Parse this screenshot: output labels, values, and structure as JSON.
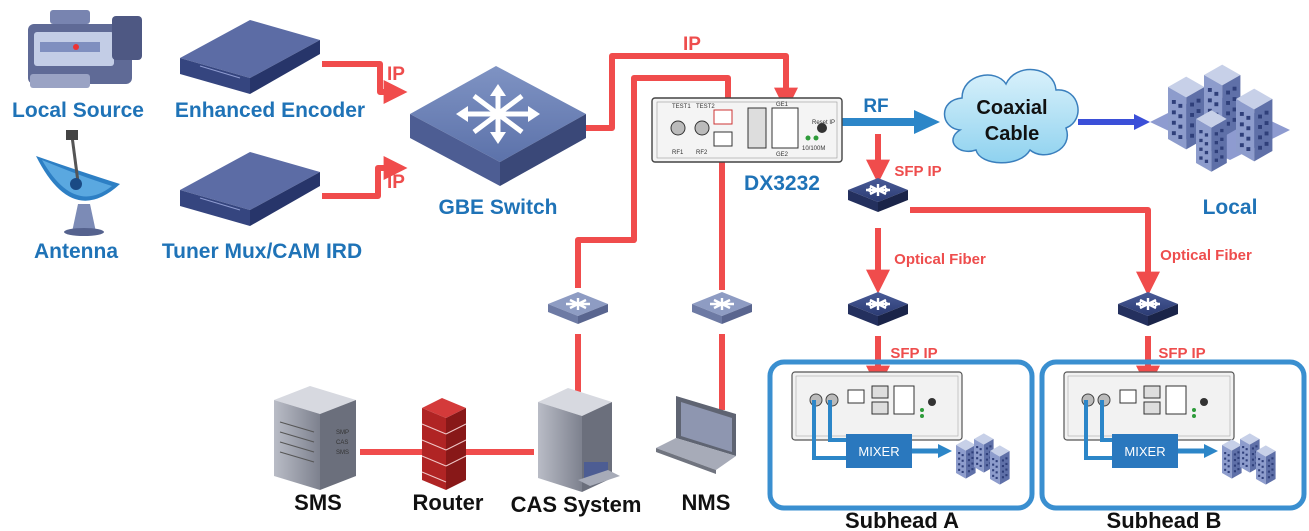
{
  "labels": {
    "local_source": "Local Source",
    "antenna": "Antenna",
    "enhanced_encoder": "Enhanced Encoder",
    "tuner_mux": "Tuner Mux/CAM IRD",
    "gbe_switch": "GBE Switch",
    "dx3232": "DX3232",
    "coaxial_cable_line1": "Coaxial",
    "coaxial_cable_line2": "Cable",
    "local": "Local",
    "sms": "SMS",
    "router": "Router",
    "cas_system": "CAS System",
    "nms": "NMS",
    "subhead_a": "Subhead A",
    "subhead_b": "Subhead B",
    "mixer_a": "MIXER",
    "mixer_b": "MIXER"
  },
  "links": {
    "ip_encoder": "IP",
    "ip_tuner": "IP",
    "ip_top": "IP",
    "rf": "RF",
    "sfp_ip_main": "SFP IP",
    "optical_fiber_a": "Optical Fiber",
    "optical_fiber_b": "Optical Fiber",
    "sfp_ip_a": "SFP IP",
    "sfp_ip_b": "SFP IP"
  },
  "device_panel": {
    "test1": "TEST1",
    "test2": "TEST2",
    "rf1": "RF1",
    "rf2": "RF2",
    "ge1": "GE1",
    "ge2": "GE2",
    "reset_ip": "Reset IP",
    "speed": "10/100M"
  },
  "server_text": {
    "line1": "SMP",
    "line2": "CAS",
    "line3": "SMS"
  },
  "colors": {
    "ip_link": "#f04c4c",
    "rf_link": "#2c86c8",
    "label_blue": "#1f73b7",
    "subhead_border": "#3a8fd0",
    "device_blue": "#2b3b73"
  },
  "icons": {
    "local_source": "camera-icon",
    "antenna": "satellite-dish-icon",
    "encoder": "rack-unit-icon",
    "switch": "network-switch-icon",
    "cloud": "cloud-icon",
    "buildings": "buildings-icon",
    "server": "server-icon",
    "firewall": "brick-wall-icon",
    "computer": "computer-tower-icon",
    "laptop": "laptop-icon"
  }
}
